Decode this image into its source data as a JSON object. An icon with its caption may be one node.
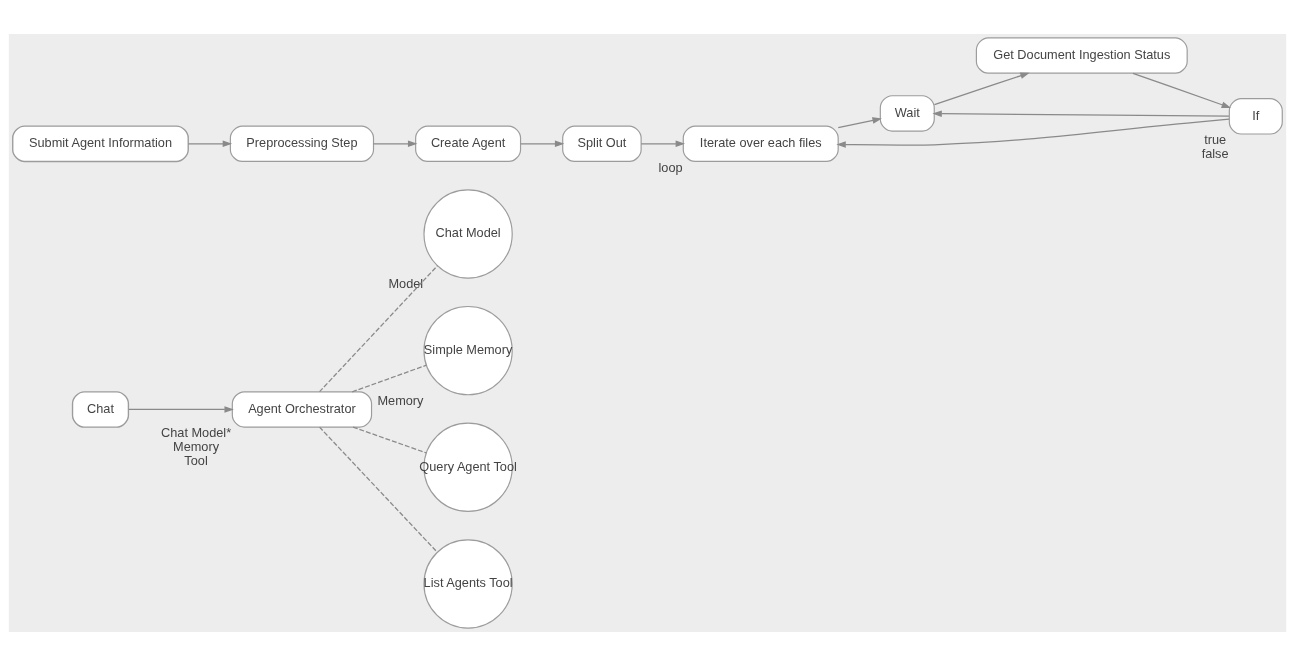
{
  "diagram": {
    "nodes": [
      {
        "text": [
          "Submit Agent Information"
        ]
      },
      {
        "text": [
          "Preprocessing Step"
        ]
      },
      {
        "text": [
          "Create Agent"
        ]
      },
      {
        "text": [
          "Split Out"
        ]
      },
      {
        "text": [
          "Iterate over each files"
        ],
        "beside": [
          "loop"
        ]
      },
      {
        "text": [
          "Wait"
        ]
      },
      {
        "text": [
          "Get Document Ingestion Status"
        ]
      },
      {
        "text": [
          "If"
        ],
        "beside": [
          "true",
          "false"
        ]
      },
      {
        "text": [
          "Chat"
        ]
      },
      {
        "text": [
          "Agent Orchestrator"
        ],
        "beside": [
          "Chat Model*",
          "Memory",
          "Tool"
        ]
      },
      {
        "text": [
          "Chat Model"
        ],
        "beside": [
          "Model"
        ]
      },
      {
        "text": [
          "Simple Memory"
        ],
        "beside": [
          "Memory"
        ]
      },
      {
        "text": [
          "Query Agent Tool"
        ]
      },
      {
        "text": [
          "List Agents Tool"
        ]
      }
    ],
    "edges": [
      {
        "from": 0,
        "to": 1,
        "arrow": "to"
      },
      {
        "from": 1,
        "to": 2,
        "arrow": "to"
      },
      {
        "from": 2,
        "to": 3,
        "arrow": "to"
      },
      {
        "from": 3,
        "to": 4,
        "arrow": "to"
      },
      {
        "from": 4,
        "to": 5,
        "arrow": "to"
      },
      {
        "from": 5,
        "to": 6,
        "arrow": "to"
      },
      {
        "from": 6,
        "to": 7,
        "arrow": "to"
      },
      {
        "from": 7,
        "to": 4,
        "arrow": "to"
      },
      {
        "from": 7,
        "to": 5,
        "arrow": "to"
      },
      {
        "from": 8,
        "to": 9,
        "arrow": "to"
      },
      {
        "from": 9,
        "to": 10,
        "arrow": "none",
        "style": "dashed"
      },
      {
        "from": 9,
        "to": 11,
        "arrow": "none",
        "style": "dashed"
      },
      {
        "from": 9,
        "to": 12,
        "arrow": "none",
        "style": "dashed"
      },
      {
        "from": 9,
        "to": 13,
        "arrow": "none",
        "style": "dashed"
      }
    ]
  }
}
